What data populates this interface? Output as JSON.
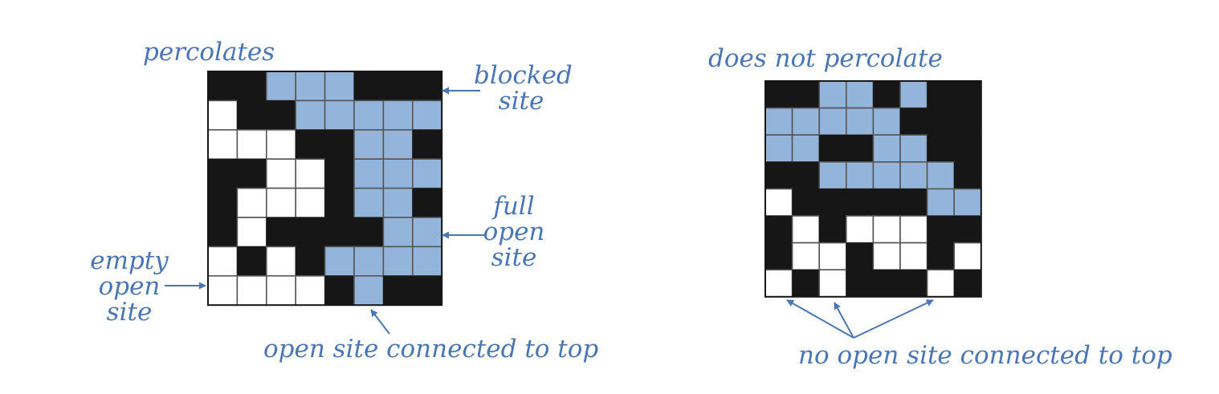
{
  "colors": {
    "blocked": "#161616",
    "full": "#94b5db",
    "empty": "#ffffff",
    "gridline": "#555555",
    "label": "#4a76b6",
    "arrow": "#4a76b6"
  },
  "left": {
    "title": "percolates",
    "grid": [
      "BBFFFBBB",
      "EBBFFFFF",
      "EEEBBFFB",
      "BBEEBFFF",
      "BEEEBFFB",
      "BEBBBBFF",
      "EBEBFFFF",
      "EEEEBFBB"
    ],
    "label_blocked": [
      "blocked",
      "site"
    ],
    "label_full": [
      "full",
      "open",
      "site"
    ],
    "label_empty": [
      "empty",
      "open",
      "site"
    ],
    "label_connected": "open site connected to top"
  },
  "right": {
    "title": "does not percolate",
    "grid": [
      "BBFFBFBB",
      "FFFFFBBB",
      "FFBBFFBB",
      "BBFFFFFB",
      "EBBBBBFF",
      "BEBEEEBB",
      "BEEBEEBE",
      "EBEBBBEB"
    ],
    "label_not_connected": "no open site connected to top"
  }
}
